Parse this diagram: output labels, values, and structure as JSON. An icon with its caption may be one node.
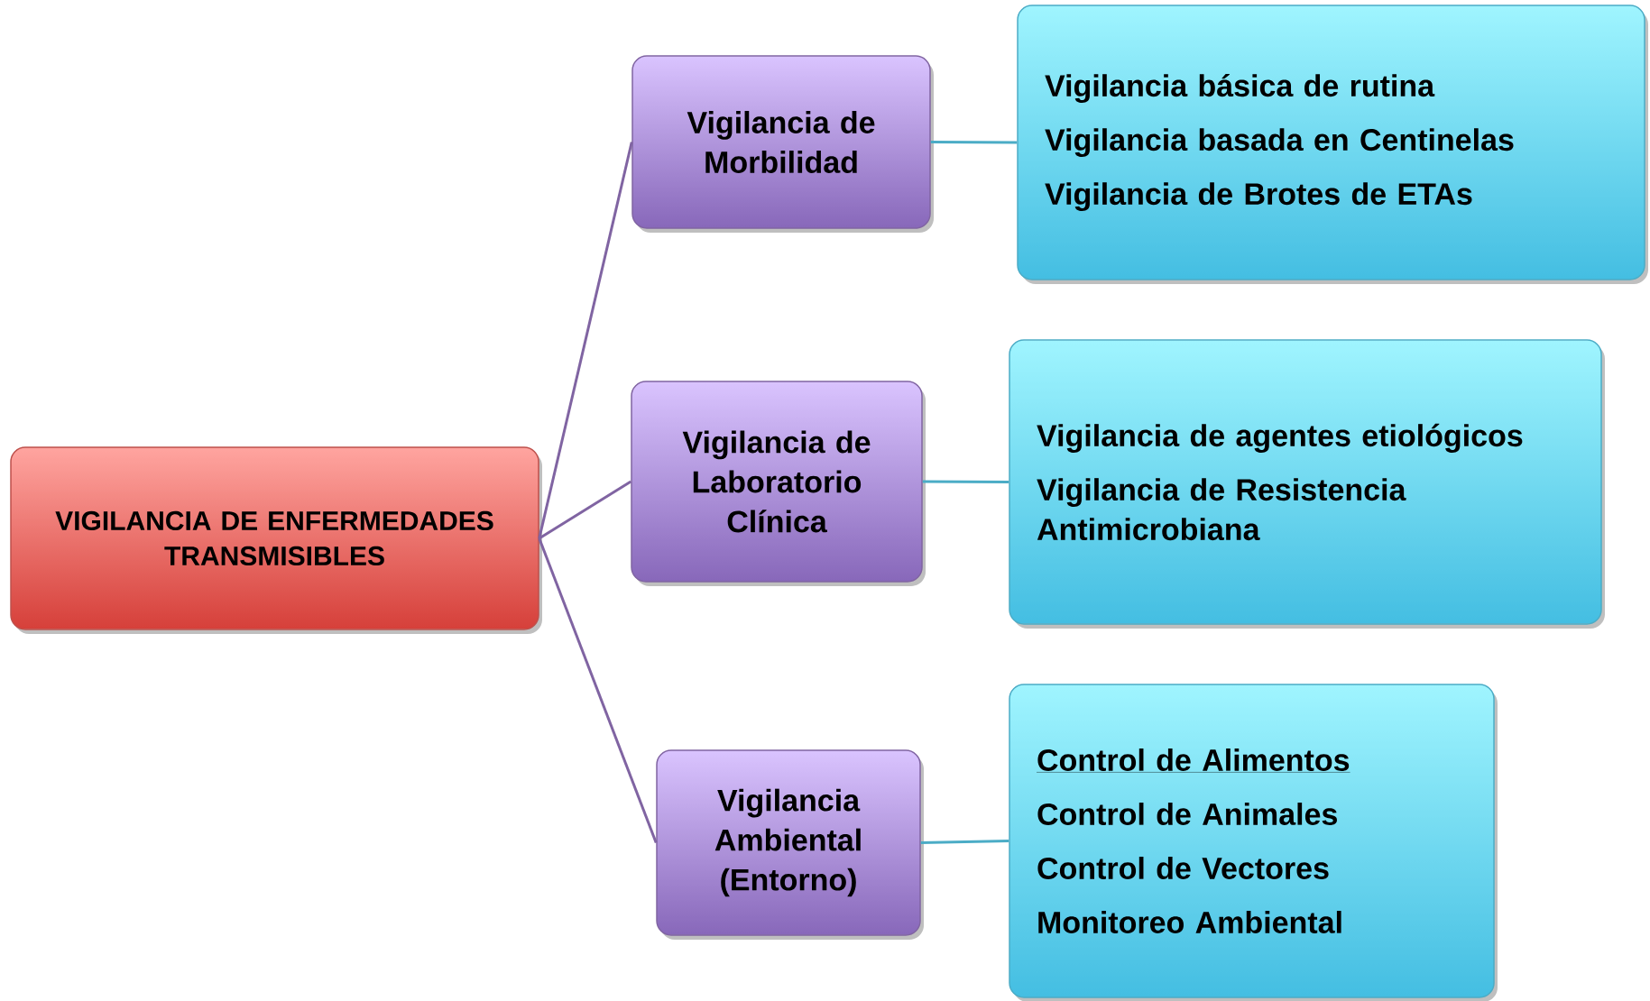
{
  "diagram": {
    "nodes": [
      {
        "text": [
          "VIGILANCIA DE ENFERMEDADES TRANSMISIBLES"
        ]
      },
      {
        "text": [
          "Vigilancia de Morbilidad"
        ]
      },
      {
        "text": [
          "Vigilancia de Laboratorio Clínica"
        ]
      },
      {
        "text": [
          "Vigilancia Ambiental (Entorno)"
        ]
      },
      {
        "text": [
          "Vigilancia básica de rutina",
          "Vigilancia basada en Centinelas",
          "Vigilancia de Brotes de ETAs"
        ]
      },
      {
        "text": [
          "Vigilancia de agentes etiológicos",
          "Vigilancia de Resistencia Antimicrobiana"
        ]
      },
      {
        "text": [
          "Control de Alimentos",
          "Control de Animales",
          "Control de Vectores",
          "Monitoreo Ambiental"
        ]
      }
    ],
    "edges": [
      {
        "from": 0,
        "to": 1,
        "arrow": "none"
      },
      {
        "from": 0,
        "to": 2,
        "arrow": "none"
      },
      {
        "from": 0,
        "to": 3,
        "arrow": "none"
      },
      {
        "from": 1,
        "to": 4,
        "arrow": "none",
        "color": "#4bacc6"
      },
      {
        "from": 2,
        "to": 5,
        "arrow": "none",
        "color": "#4bacc6"
      },
      {
        "from": 3,
        "to": 6,
        "arrow": "none",
        "color": "#4bacc6"
      }
    ]
  }
}
